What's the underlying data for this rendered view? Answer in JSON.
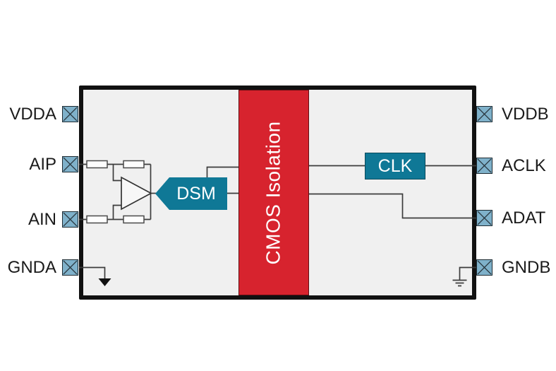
{
  "diagram": {
    "isolation_label": "CMOS Isolation",
    "dsm_label": "DSM",
    "clk_label": "CLK",
    "left_pins": [
      {
        "label": "VDDA"
      },
      {
        "label": "AIP"
      },
      {
        "label": "AIN"
      },
      {
        "label": "GNDA"
      }
    ],
    "right_pins": [
      {
        "label": "VDDB"
      },
      {
        "label": "ACLK"
      },
      {
        "label": "ADAT"
      },
      {
        "label": "GNDB"
      }
    ],
    "icons": {
      "pin": "x-box-pin-icon",
      "amplifier": "opamp-triangle-icon",
      "resistor": "resistor-icon",
      "analog_ground": "ground-arrow-icon",
      "digital_ground": "earth-ground-icon"
    },
    "colors": {
      "isolation_red": "#D7232E",
      "block_teal": "#0F7896",
      "pin_blue": "#7FB1CA",
      "chip_fill": "#F0F0F0",
      "chip_border": "#111111",
      "wire_gray": "#3C3C3C",
      "block_text": "#FFFFFF",
      "label_text": "#1A1A1A"
    }
  }
}
